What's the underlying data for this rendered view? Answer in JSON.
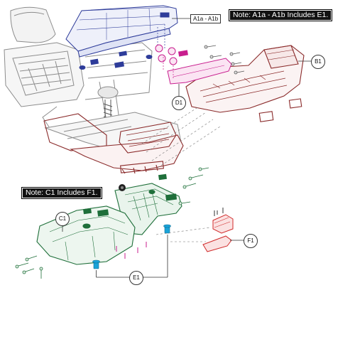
{
  "notes": {
    "a1": "Note: A1a - A1b Includes E1.",
    "c1": "Note: C1 Includes F1."
  },
  "labels": {
    "a1a_a1b": "A1a - A1b",
    "b1": "B1",
    "d1": "D1",
    "c1": "C1",
    "e1": "E1",
    "f1": "F1"
  },
  "colors": {
    "frame_gray": "#9a9a9a",
    "frame_dark": "#555555",
    "seat_blue": "#2e3c9a",
    "rear_shroud_red": "#8a2a2a",
    "bumper_magenta": "#c81e8e",
    "front_shroud_green": "#1f6f3a",
    "hardware_cyan": "#1aa3d8",
    "f1_red": "#d02a2a"
  }
}
